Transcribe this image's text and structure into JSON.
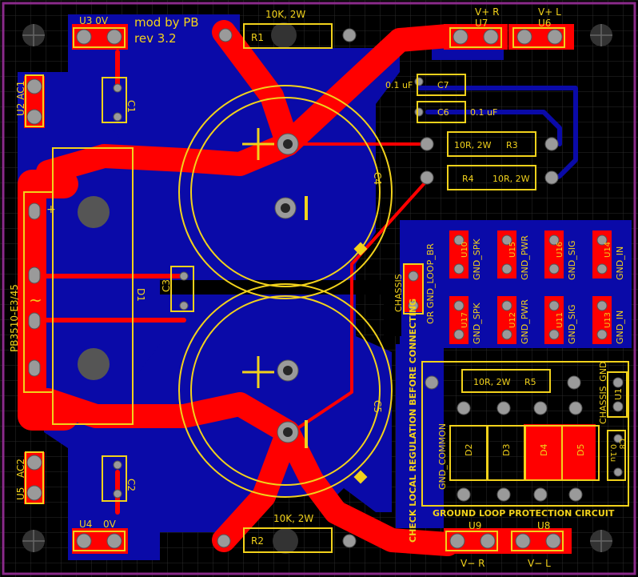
{
  "board": {
    "title_line1": "mod by PB",
    "title_line2": "rev 3.2",
    "colors": {
      "background": "#000000",
      "copper_top": "#ff0000",
      "copper_bottom": "#0a0aa8",
      "silkscreen": "#f2d21b",
      "pad": "#9a9a9a"
    }
  },
  "labels": {
    "u3": "U3 0V",
    "u4": "U4",
    "u4_0v": "0V",
    "u2": "U2 AC1",
    "u5": "U5",
    "ac2": "AC2",
    "c1": "C1",
    "c2": "C2",
    "c3": "C3",
    "d1": "D1",
    "bridge": "PB3510-E3/45",
    "r1": "R1",
    "r1_val": "10K, 2W",
    "r2": "R2",
    "r2_val": "10K, 2W",
    "c4": "C4",
    "c5": "C5",
    "vplus_r": "V+ R",
    "vplus_l": "V+ L",
    "u7": "U7",
    "u6": "U6",
    "c7": "C7",
    "c7_val": "0.1 uF",
    "c6": "C6",
    "c6_val": "0.1 uF",
    "r3": "R3",
    "r3_val": "10R, 2W",
    "r4": "R4",
    "r4_val": "10R, 2W",
    "chassis": "CHASSIS",
    "or_ground_loop": "OR GND_LOOP_BR",
    "u10": "U10",
    "u15": "U15",
    "u16": "U16",
    "u14": "U14",
    "u17": "U17",
    "u12": "U12",
    "u11": "U11",
    "u13": "U13",
    "gnd_spk": "GND_SPK",
    "gnd_pwr": "GND_PWR",
    "gnd_sig": "GND_SIG",
    "gnd_in": "GND_IN",
    "check_regulation": "CHECK LOCAL REGULATION BEFORE CONNECTING",
    "r5": "R5",
    "r5_val": "10R, 2W",
    "chassis_gnd": "CHASSIS_GND",
    "u1": "U1",
    "gnd_common": "GND_COMMON",
    "d2": "D2",
    "d3": "D3",
    "d4": "D4",
    "d5": "D5",
    "c8": "C8",
    "c8_val": "0.1u",
    "glp_circuit": "GROUND LOOP PROTECTION CIRCUIT",
    "u9": "U9",
    "u8": "U8",
    "vminus_r": "V− R",
    "vminus_l": "V− L",
    "plus": "+",
    "tilde": "~"
  }
}
